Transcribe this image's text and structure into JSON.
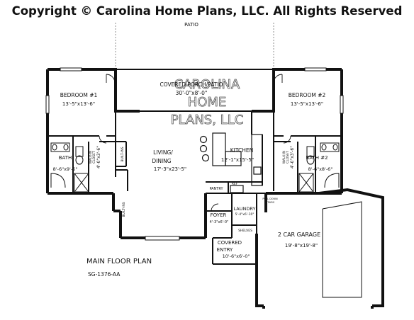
{
  "copyright": "Copyright © Carolina Home Plans, LLC. All Rights Reserved",
  "watermark": [
    "CAROLINA",
    "HOME",
    "PLANS, LLC"
  ],
  "plan": {
    "title": "MAIN FLOOR PLAN",
    "code": "SG-1376-AA"
  },
  "rooms": {
    "patio": "PATIO",
    "porch_name": "COVERED PORCH/PATIO",
    "porch_size": "30'-0\"x8'-0\"",
    "bed1_name": "BEDROOM #1",
    "bed1_size": "13'-5\"x13'-6\"",
    "bed2_name": "BEDROOM #2",
    "bed2_size": "13'-5\"x13'-6\"",
    "bath1_name": "BATH",
    "bath1_size": "8'-6\"x9'-6\"",
    "bath2_name": "BATH #2",
    "bath2_size": "8'-6\"x8'-6\"",
    "living_name1": "LIVING/",
    "living_name2": "DINING",
    "living_size": "17'-3\"x23'-5\"",
    "kitchen_name": "KITCHEN",
    "kitchen_size": "12'-1\"x15'-5\"",
    "walkin1": "WALK-IN",
    "walkin1_size": "4'-0\"x3'-6\"",
    "walkin2": "WALK-IN",
    "walkin2_size": "4'-0\"x3'-6\"",
    "closet1": "CLOSET",
    "closet2": "CLOSET",
    "built_in_1": "BUILT-INS",
    "built_in_2": "BUILT-INS",
    "pantry": "PANTRY",
    "ref": "REF",
    "foyer_name": "FOYER",
    "foyer_size": "4'-3\"x6'-0\"",
    "laundry": "LAUNDRY",
    "laundry_size": "5'-4\"x6'-10\"",
    "shelves": "SHELVES",
    "pull_down": "PULL DOWN",
    "stairs": "STAIRS",
    "entry_name1": "COVERED",
    "entry_name2": "ENTRY",
    "entry_size": "10'-6\"x6'-0\"",
    "garage_name": "2 CAR GARAGE",
    "garage_size": "19'-8\"x19'-8\""
  }
}
